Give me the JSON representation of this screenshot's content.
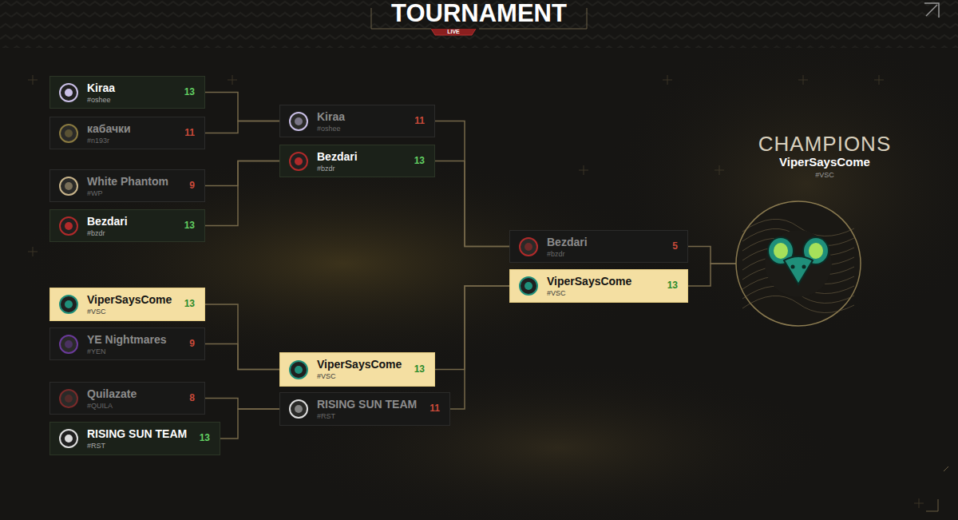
{
  "diagram": {
    "title": "TOURNAMENT",
    "nodes": [
      {
        "text": [
          "Kiraa",
          "#oshee",
          "13"
        ]
      },
      {
        "text": [
          "кабачки",
          "#n193r",
          "11"
        ]
      },
      {
        "text": [
          "White Phantom",
          "#WP",
          "9"
        ]
      },
      {
        "text": [
          "Bezdari",
          "#bzdr",
          "13"
        ]
      },
      {
        "text": [
          "ViperSaysCome",
          "#VSC",
          "13"
        ]
      },
      {
        "text": [
          "YE Nightmares",
          "#YEN",
          "9"
        ]
      },
      {
        "text": [
          "Quilazate",
          "#QUILA",
          "8"
        ]
      },
      {
        "text": [
          "RISING SUN TEAM",
          "#RST",
          "13"
        ]
      },
      {
        "text": [
          "Kiraa",
          "#oshee",
          "11"
        ]
      },
      {
        "text": [
          "Bezdari",
          "#bzdr",
          "13"
        ]
      },
      {
        "text": [
          "ViperSaysCome",
          "#VSC",
          "13"
        ]
      },
      {
        "text": [
          "RISING SUN TEAM",
          "#RST",
          "11"
        ]
      },
      {
        "text": [
          "Bezdari",
          "#bzdr",
          "5"
        ]
      },
      {
        "text": [
          "ViperSaysCome",
          "#VSC",
          "13"
        ]
      },
      {
        "text": [
          "CHAMPIONS",
          "ViperSaysCome",
          "#VSC"
        ]
      }
    ],
    "edges": [
      {
        "from": 0,
        "to": 8,
        "arrow": "none"
      },
      {
        "from": 1,
        "to": 8,
        "arrow": "none"
      },
      {
        "from": 2,
        "to": 9,
        "arrow": "none"
      },
      {
        "from": 3,
        "to": 9,
        "arrow": "none"
      },
      {
        "from": 4,
        "to": 10,
        "arrow": "none"
      },
      {
        "from": 5,
        "to": 10,
        "arrow": "none"
      },
      {
        "from": 6,
        "to": 11,
        "arrow": "none"
      },
      {
        "from": 7,
        "to": 11,
        "arrow": "none"
      },
      {
        "from": 8,
        "to": 12,
        "arrow": "none"
      },
      {
        "from": 9,
        "to": 12,
        "arrow": "none"
      },
      {
        "from": 10,
        "to": 13,
        "arrow": "none"
      },
      {
        "from": 11,
        "to": 13,
        "arrow": "none"
      },
      {
        "from": 12,
        "to": 14,
        "arrow": "none"
      },
      {
        "from": 13,
        "to": 14,
        "arrow": "none"
      }
    ],
    "labels": [
      "LIVE"
    ]
  }
}
